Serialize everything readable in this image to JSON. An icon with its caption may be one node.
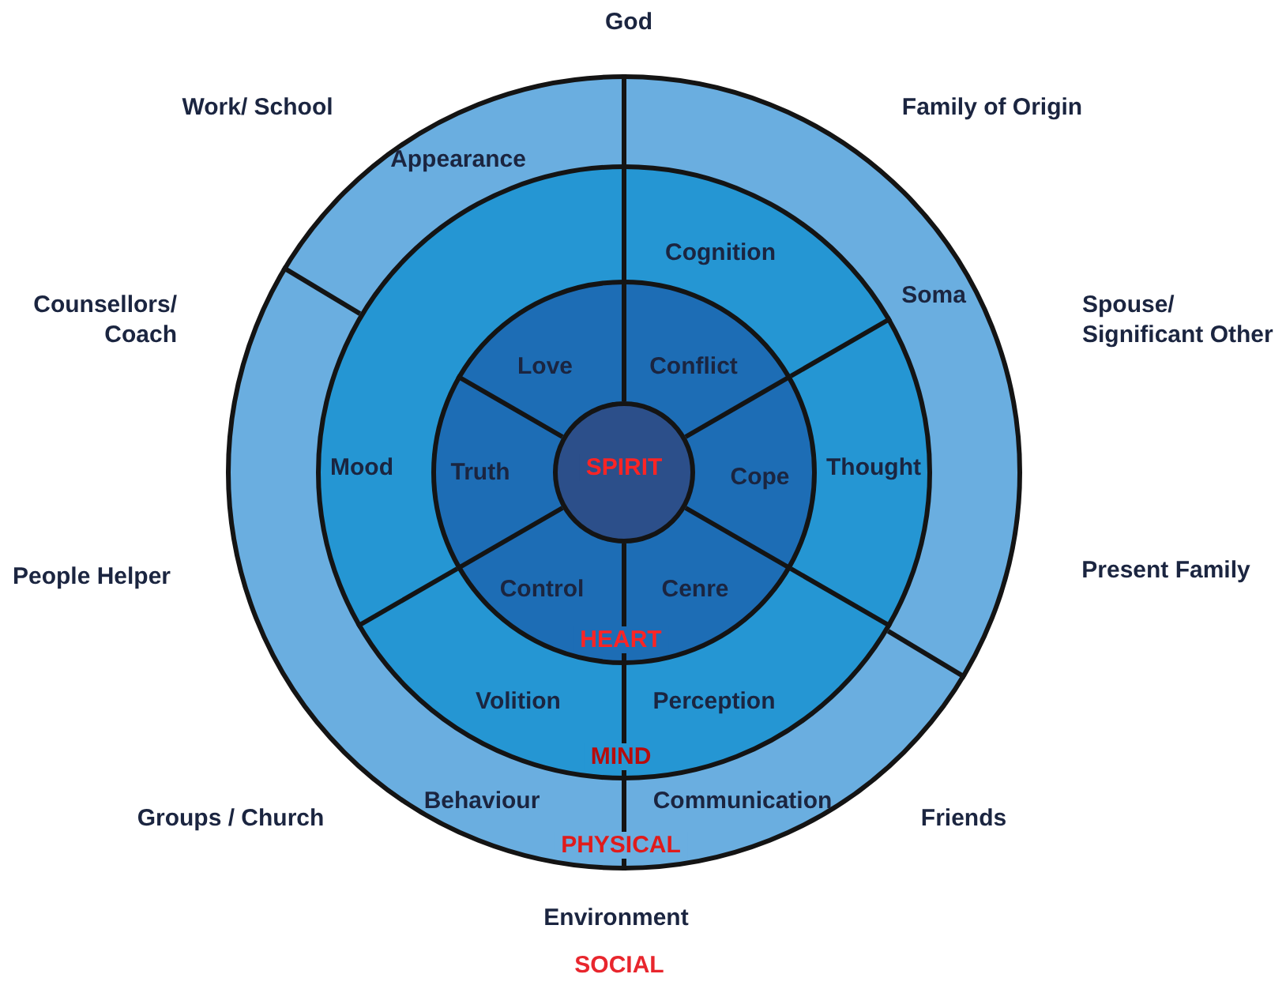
{
  "diagram": {
    "nodes": [
      {
        "text": [
          "Appearance",
          "Soma",
          "Communication",
          "Behaviour",
          "PHYSICAL"
        ]
      },
      {
        "text": [
          "Cognition",
          "Thought",
          "Perception",
          "Volition",
          "Mood",
          "MIND"
        ],
        "in": 0
      },
      {
        "text": [
          "Love",
          "Conflict",
          "Cope",
          "Cenre",
          "Control",
          "Truth",
          "HEART"
        ],
        "in": 1
      },
      {
        "text": [
          "SPIRIT"
        ],
        "in": 2
      }
    ],
    "labels": [
      "God",
      "Family of Origin",
      "Work/ School",
      "Spouse/ Significant Other",
      "Counsellors/ Coach",
      "Present Family",
      "People Helper",
      "Friends",
      "Groups / Church",
      "Environment",
      "SOCIAL"
    ]
  }
}
